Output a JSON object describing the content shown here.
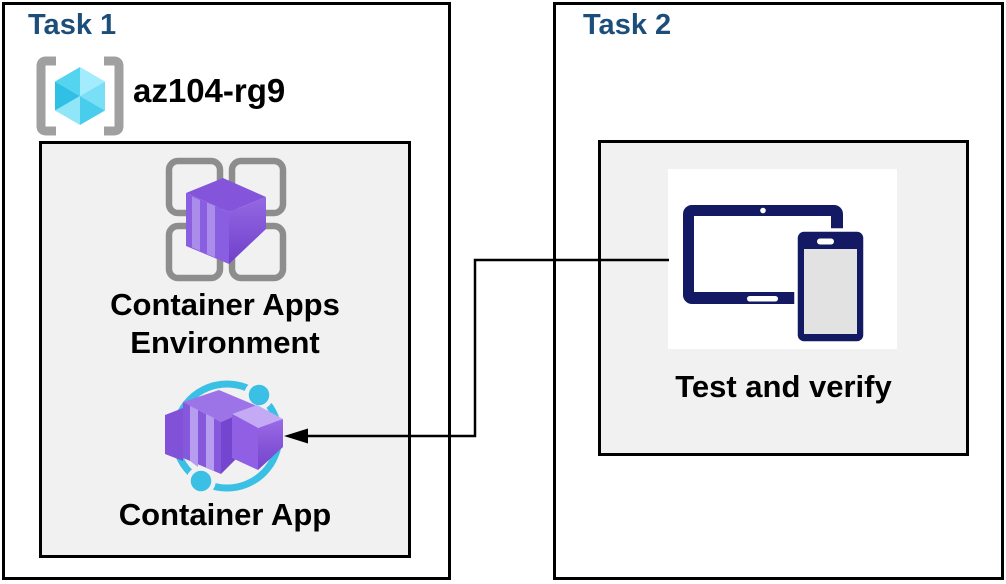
{
  "colors": {
    "title-navy": "#1d4e79",
    "text-black": "#000000",
    "panel-gray": "#f1f1f1",
    "grid-gray": "#8d8d8d",
    "bracket-gray": "#a0a0a0",
    "cyan-accent": "#3ac0e5",
    "purple-main": "#8455da",
    "purple-stripe": "#b09af0",
    "purple-dark": "#7445cf",
    "device-navy": "#131a63",
    "device-screen-gray": "#e2e2e2",
    "connector-black": "#000000"
  },
  "task1": {
    "title": "Task 1",
    "resource_group_name": "az104-rg9",
    "environment_label_line1": "Container Apps",
    "environment_label_line2": "Environment",
    "container_app_label": "Container App"
  },
  "task2": {
    "title": "Task 2",
    "test_and_verify_label": "Test and verify"
  },
  "icons": {
    "resource_group_icon": "azure-resource-group (gray brackets around cyan cube)",
    "container_apps_environment_icon": "purple 3D container over 2x2 gray rounded-square grid",
    "container_app_icon": "purple 3D containers inside cyan orbit circle with two cyan dots",
    "test_and_verify_icon": "navy tablet and phone devices"
  },
  "connector": {
    "type": "elbow-arrow",
    "from": "test-and-verify-icon",
    "to": "container-app-icon"
  }
}
